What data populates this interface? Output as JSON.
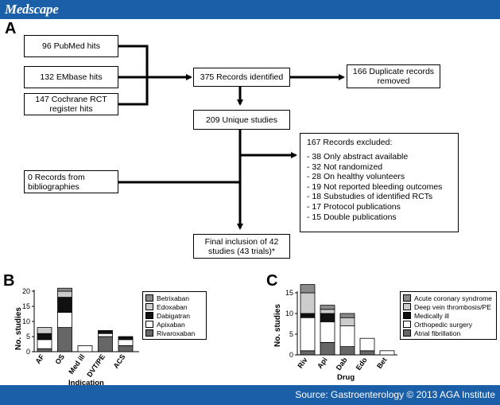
{
  "header": {
    "brand": "Medscape"
  },
  "footer": {
    "source": "Source: Gastroenterology © 2013 AGA Institute"
  },
  "panels": {
    "a": "A",
    "b": "B",
    "c": "C"
  },
  "flow": {
    "pubmed": "96 PubMed hits",
    "embase": "132 EMbase hits",
    "cochrane": "147 Cochrane RCT register hits",
    "identified": "375 Records identified",
    "duplicates": "166 Duplicate records removed",
    "unique": "209 Unique studies",
    "bibliographies": "0 Records from bibliographies",
    "final": "Final inclusion of 42 studies (43 trials)*",
    "excluded_title": "167 Records excluded:",
    "excluded_items": [
      "- 38 Only abstract available",
      "- 32 Not randomized",
      "- 28 On healthy volunteers",
      "- 19 Not reported bleeding outcomes",
      "- 18 Substudies of identified RCTs",
      "- 17 Protocol publications",
      "- 15 Double publications"
    ]
  },
  "chart_data": [
    {
      "type": "bar",
      "stacked": true,
      "ylabel": "No. studies",
      "xlabel": "Indication",
      "categories": [
        "AF",
        "OS",
        "Med ill",
        "DVT/PE",
        "ACS"
      ],
      "ylim": [
        0,
        20
      ],
      "yticks": [
        0,
        5,
        10,
        15,
        20
      ],
      "series": [
        {
          "name": "Rivaroxaban",
          "color": "#666666",
          "values": [
            1,
            8,
            0,
            5,
            2
          ]
        },
        {
          "name": "Apixaban",
          "color": "#ffffff",
          "values": [
            3,
            5,
            2,
            1,
            2
          ]
        },
        {
          "name": "Dabigatran",
          "color": "#111111",
          "values": [
            2,
            5,
            0,
            1,
            1
          ]
        },
        {
          "name": "Edoxaban",
          "color": "#cccccc",
          "values": [
            2,
            2,
            0,
            0,
            0
          ]
        },
        {
          "name": "Betrixaban",
          "color": "#8a8a8a",
          "values": [
            0,
            1,
            0,
            0,
            0
          ]
        }
      ],
      "legend_order": [
        "Betrixaban",
        "Edoxaban",
        "Dabigatran",
        "Apixaban",
        "Rivaroxaban"
      ],
      "legend": "right"
    },
    {
      "type": "bar",
      "stacked": true,
      "ylabel": "No. studies",
      "xlabel": "Drug",
      "categories": [
        "Riv",
        "Api",
        "Dab",
        "Edo",
        "Bet"
      ],
      "ylim": [
        0,
        15
      ],
      "yticks": [
        0,
        5,
        10,
        15
      ],
      "series": [
        {
          "name": "Atrial fibrillation",
          "color": "#666666",
          "values": [
            1,
            3,
            2,
            1,
            0
          ]
        },
        {
          "name": "Orthopedic surgery",
          "color": "#ffffff",
          "values": [
            8,
            5,
            5,
            3,
            1
          ]
        },
        {
          "name": "Medically ill",
          "color": "#111111",
          "values": [
            1,
            2,
            0,
            0,
            0
          ]
        },
        {
          "name": "Deep vein thrombosis/PE",
          "color": "#cccccc",
          "values": [
            5,
            1,
            2,
            0,
            0
          ]
        },
        {
          "name": "Acute coronary syndrome",
          "color": "#8a8a8a",
          "values": [
            2,
            1,
            1,
            0,
            0
          ]
        }
      ],
      "legend_order": [
        "Acute coronary syndrome",
        "Deep vein thrombosis/PE",
        "Medically ill",
        "Orthopedic surgery",
        "Atrial fibrillation"
      ],
      "legend": "right"
    }
  ]
}
